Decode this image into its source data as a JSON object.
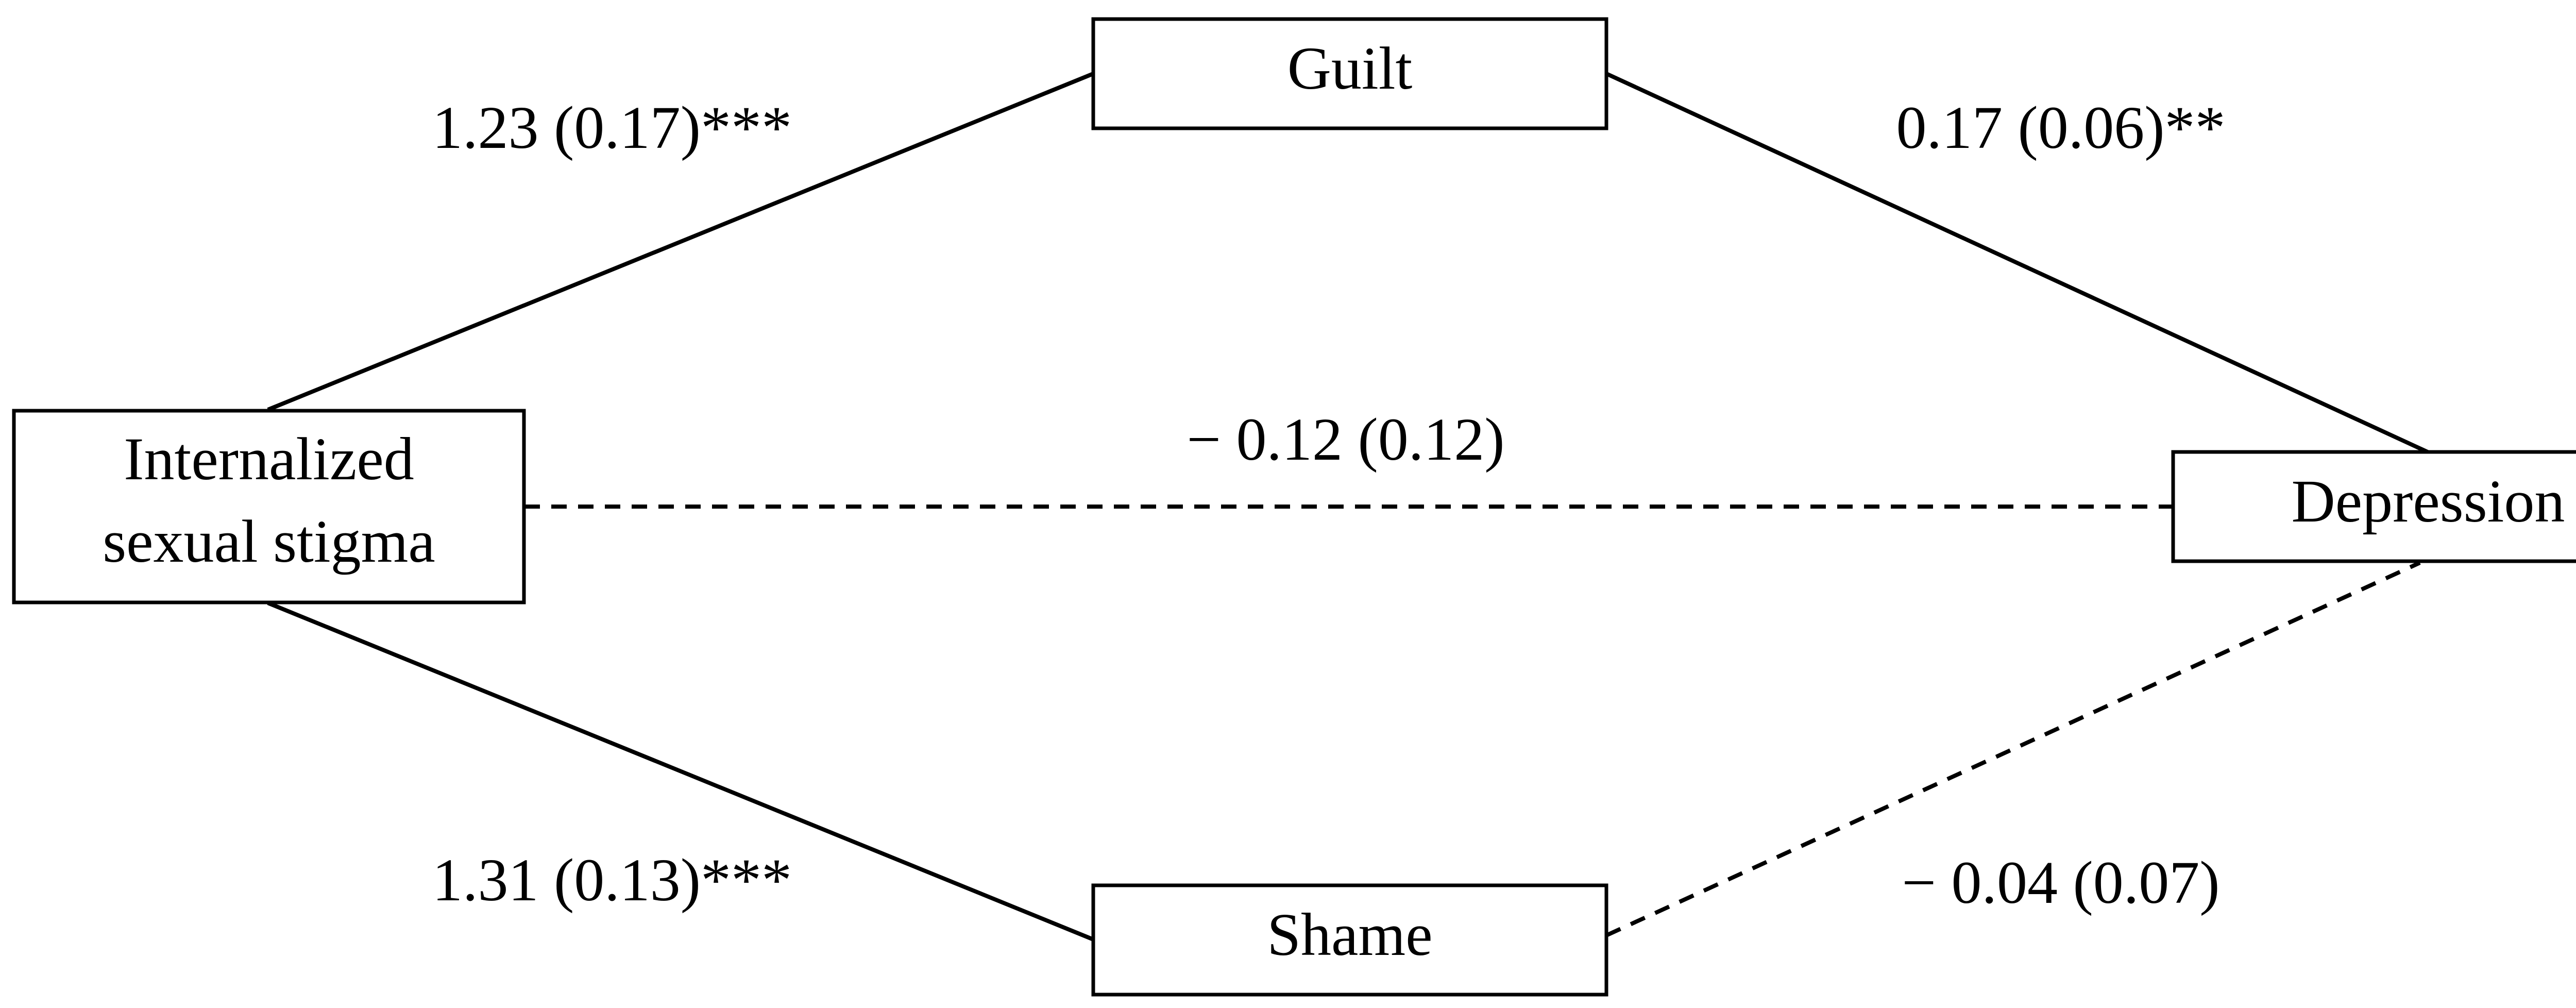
{
  "nodes": {
    "stigma": {
      "line1": "Internalized",
      "line2": "sexual stigma"
    },
    "guilt": {
      "label": "Guilt"
    },
    "shame": {
      "label": "Shame"
    },
    "depression": {
      "label": "Depression"
    }
  },
  "edges": {
    "stigma_to_guilt": {
      "label": "1.23 (0.17)***",
      "style": "solid"
    },
    "guilt_to_depression": {
      "label": "0.17 (0.06)**",
      "style": "solid"
    },
    "stigma_to_depression": {
      "label": "− 0.12 (0.12)",
      "style": "dashed"
    },
    "stigma_to_shame": {
      "label": "1.31 (0.13)***",
      "style": "solid"
    },
    "shame_to_depression": {
      "label": "− 0.04 (0.07)",
      "style": "dashed"
    }
  },
  "colors": {
    "stroke": "#000000",
    "background": "#ffffff"
  }
}
